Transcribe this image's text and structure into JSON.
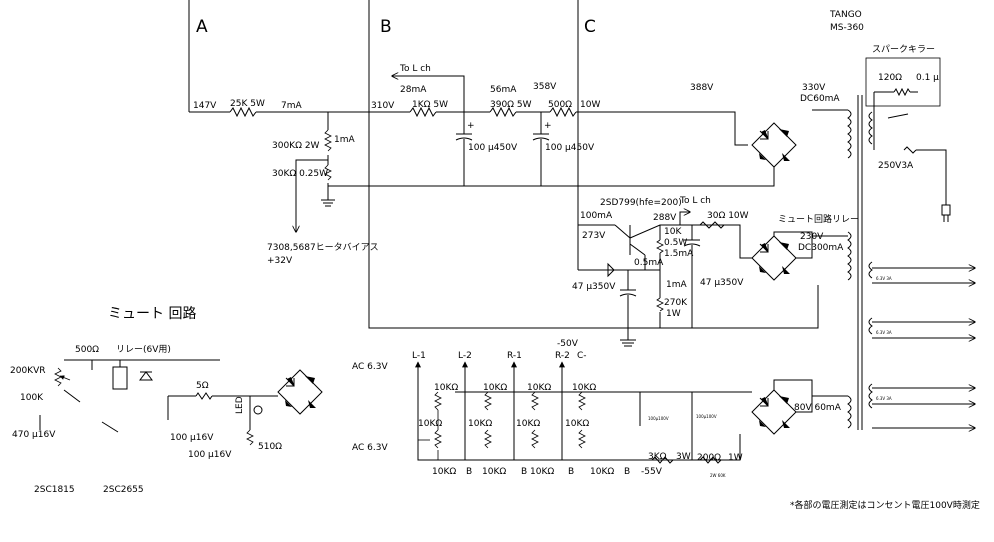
{
  "header": {
    "brand": "TANGO",
    "model": "MS-360"
  },
  "sections": {
    "a": "A",
    "b": "B",
    "c": "C"
  },
  "mute_title": "ミュート 回路",
  "footer_note": "*各部の電圧測定はコンセント電圧100V時測定",
  "spark_killer": {
    "label": "スパークキラー",
    "resistor": "120Ω",
    "capacitor": "0.1 μ",
    "fuse": "250V3A"
  },
  "rail": {
    "v147": "147V",
    "r25k": "25K 5W",
    "i7ma": "7mA",
    "v310": "310V",
    "to_lch": "To L ch",
    "i28ma": "28mA",
    "r1k": "1KΩ 5W",
    "i56ma": "56mA",
    "r390": "390Ω 5W",
    "v358": "358V",
    "r500": "500Ω",
    "v10": "10W",
    "v388": "388V",
    "c1": "100 μ450V",
    "c2": "100 μ450V",
    "sec330": "330V",
    "sec_dc60": "DC60mA"
  },
  "bias_divider": {
    "r300k": "300KΩ 2W",
    "i1ma": "1mA",
    "r30k": "30KΩ 0.25W",
    "note": "7308,5687ヒータバイアス",
    "v32": "+32V"
  },
  "ripple_filter": {
    "transistor": "2SD799(hfe=200)",
    "to_lch": "To L ch",
    "i100ma": "100mA",
    "v288": "288V",
    "r30": "30Ω 10W",
    "v273": "273V",
    "r10k": "10K",
    "w05": "0.5W",
    "i15ma": "1.5mA",
    "i05ma": "0.5mA",
    "i1ma": "1mA",
    "c47a": "47 μ350V",
    "c47b": "47 μ350V",
    "r270k": "270K",
    "w1": "1W",
    "relay_label": "ミュート回路リレー",
    "sec230": "230V",
    "sec_dc300": "DC300mA"
  },
  "bias_supply": {
    "l1": "L-1",
    "l2": "L-2",
    "r1": "R-1",
    "r2": "R-2",
    "neg50": "-50V",
    "cminus": "C-",
    "r10k": "10KΩ",
    "b": "B",
    "r3k": "3KΩ",
    "w3": "3W",
    "r200": "200Ω",
    "w1b": "1W",
    "neg55": "-55V",
    "sec80": "80V 60mA"
  },
  "mute_circuit": {
    "vr200k": "200KVR",
    "r100k": "100K",
    "c470": "470 μ16V",
    "r500": "500Ω",
    "relay": "リレー(6V用)",
    "r5": "5Ω",
    "c100a": "100 μ16V",
    "c100b": "100 μ16V",
    "r510": "510Ω",
    "ac1": "AC 6.3V",
    "ac2": "AC 6.3V",
    "led": "LED",
    "q1": "2SC1815",
    "q2": "2SC2655"
  },
  "tiny_labels": {
    "out1": "6.3V 3A",
    "out2": "6.3V 3A",
    "out3": "6.3V 3A",
    "cap_a": "100μ100V",
    "cap_b": "100μ100V",
    "res_tag": "2W 60K"
  }
}
